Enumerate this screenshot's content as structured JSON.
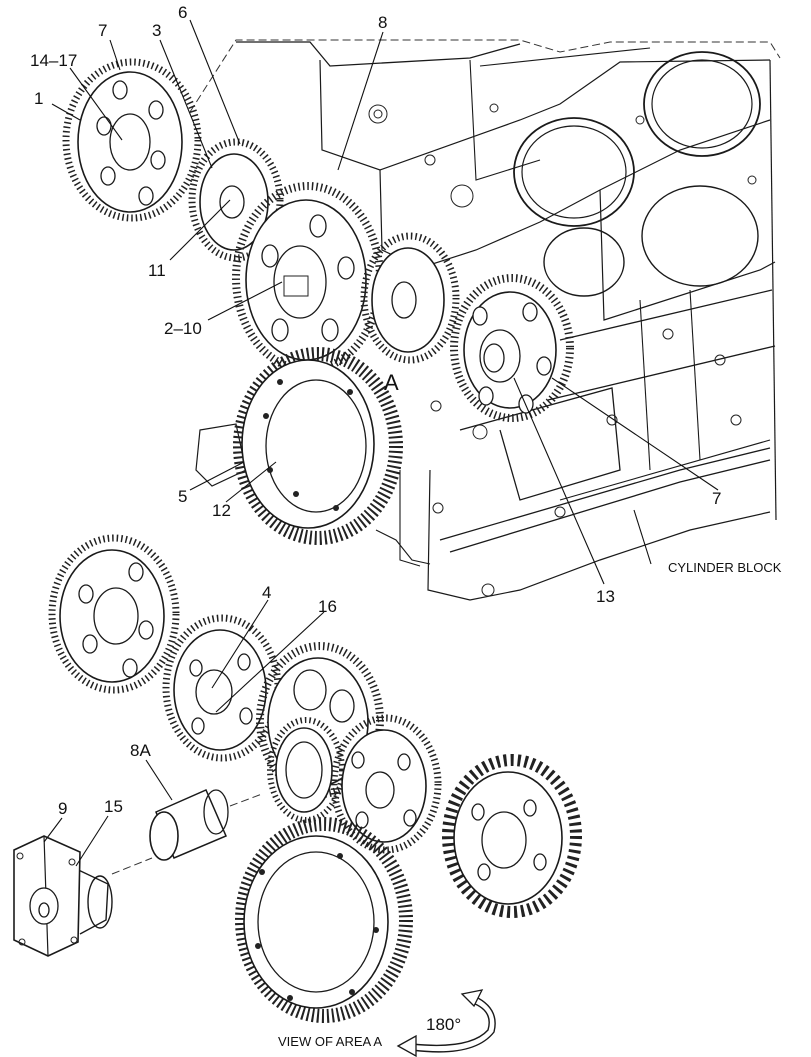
{
  "callouts": {
    "c_14_17": "14–17",
    "c_7_top": "7",
    "c_3": "3",
    "c_6": "6",
    "c_8": "8",
    "c_1": "1",
    "c_11": "11",
    "c_2_10": "2–10",
    "c_5": "5",
    "c_12": "12",
    "c_7_right": "7",
    "c_13": "13",
    "c_4": "4",
    "c_16": "16",
    "c_8a": "8A",
    "c_9": "9",
    "c_15": "15"
  },
  "labels": {
    "cylinder_block": "CYLINDER BLOCK",
    "area_letter": "A",
    "view_of_area": "VIEW OF AREA  A",
    "rotation": "180°"
  }
}
